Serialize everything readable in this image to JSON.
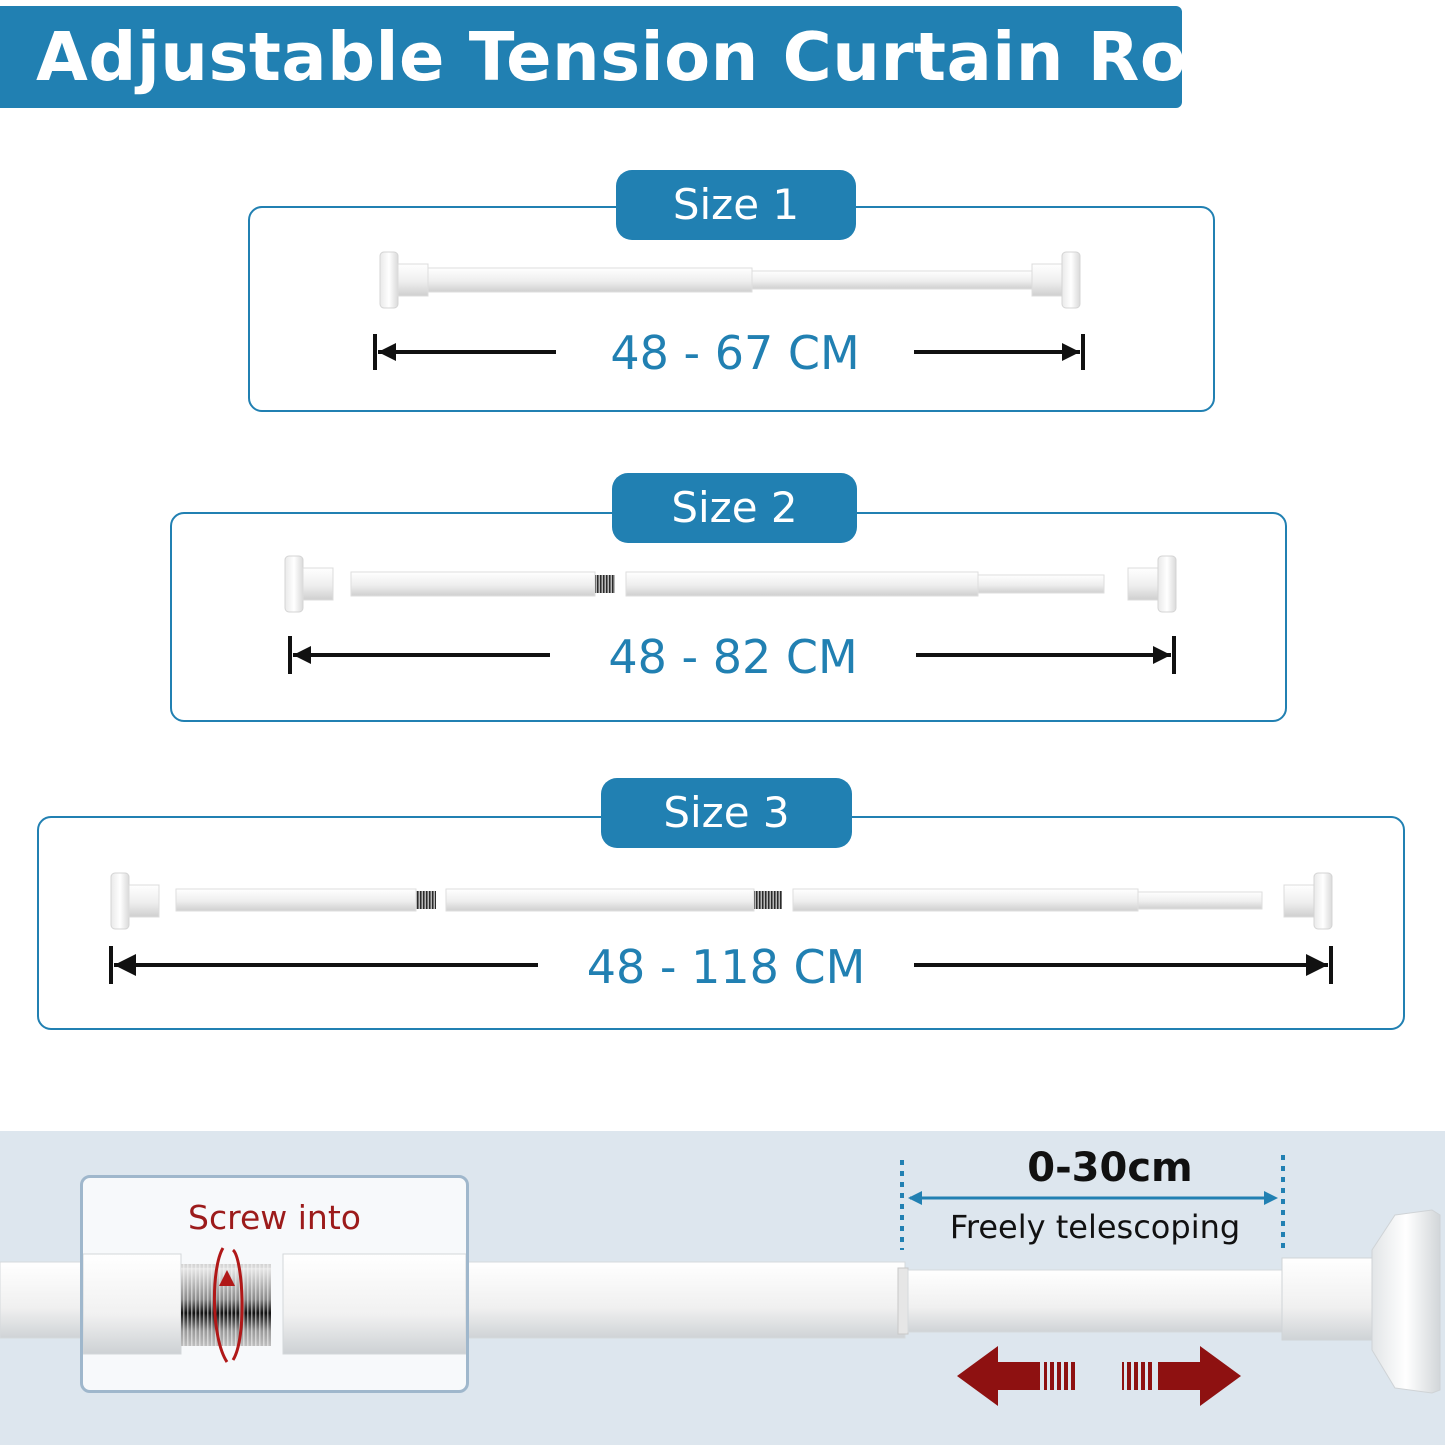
{
  "title": "Adjustable Tension Curtain Rod",
  "sizes": [
    {
      "label": "Size 1",
      "range": "48 - 67 CM"
    },
    {
      "label": "Size 2",
      "range": "48 - 82 CM"
    },
    {
      "label": "Size 3",
      "range": "48 - 118 CM"
    }
  ],
  "details": {
    "screw_label": "Screw into",
    "telescoping_range": "0-30cm",
    "telescoping_label": "Freely telescoping"
  },
  "colors": {
    "accent": "#2180b2",
    "arrow_red": "#8e1111",
    "panel_bg": "#dde6ee"
  }
}
